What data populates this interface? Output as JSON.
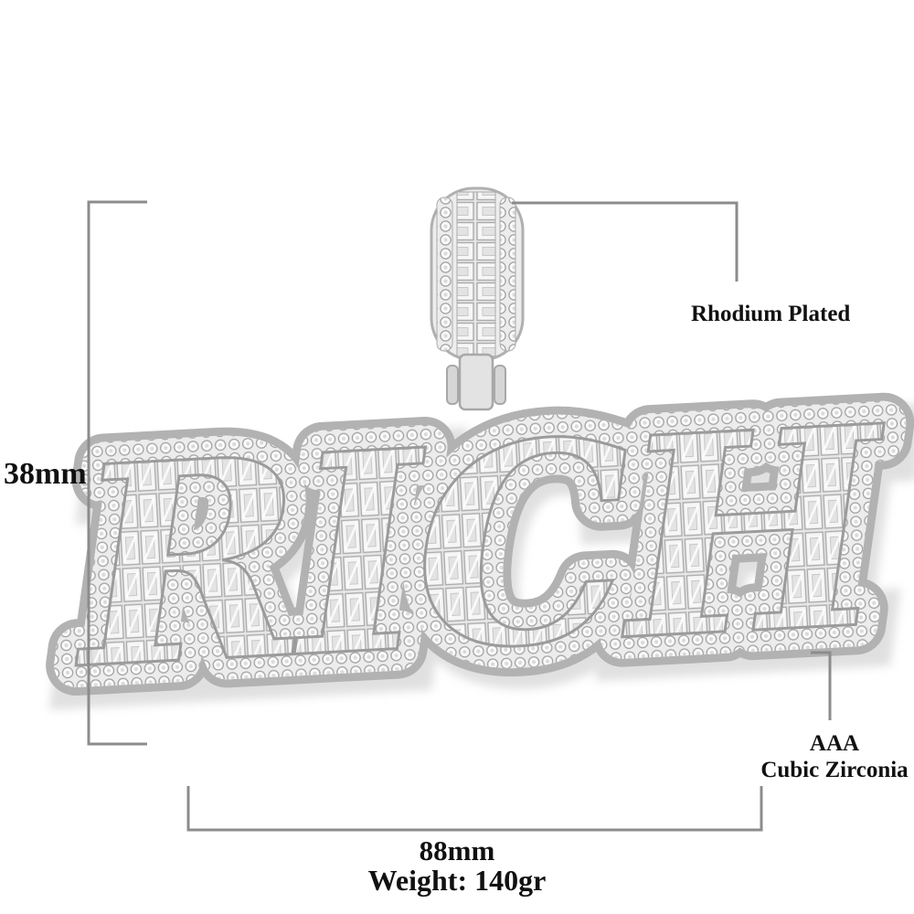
{
  "product": {
    "pendant_word": "RICH",
    "plating_label": "Rhodium Plated",
    "stone_grade": "AAA",
    "stone_type": "Cubic Zirconia"
  },
  "dimensions": {
    "height_label": "38mm",
    "width_label": "88mm",
    "weight_label": "Weight: 140gr"
  },
  "colors": {
    "annotation_line": "#8c8c8c",
    "label_text": "#111111",
    "metal_silver": "#b2b2b2",
    "pave_band": "#f3f3f3",
    "stone_edge": "#a2a2a2",
    "background": "#ffffff"
  }
}
